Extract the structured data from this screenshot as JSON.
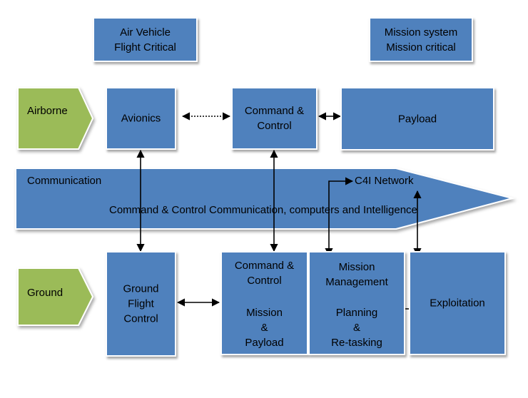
{
  "legend": {
    "air_vehicle": [
      "Air Vehicle",
      "Flight Critical"
    ],
    "mission_system": [
      "Mission system",
      "Mission critical"
    ]
  },
  "rows": {
    "airborne": "Airborne",
    "ground": "Ground"
  },
  "airborne": {
    "avionics": "Avionics",
    "command_control": [
      "Command &",
      "Control"
    ],
    "payload": "Payload"
  },
  "communication": {
    "label": "Communication",
    "c4i": "C4I Network",
    "description": "Command & Control Communication, computers and Intelligence"
  },
  "ground": {
    "flight_control": [
      "Ground",
      "Flight",
      "Control"
    ],
    "command_control": [
      "Command &",
      "Control"
    ],
    "mission_payload": [
      "Mission",
      "&",
      "Payload"
    ],
    "mission_management": [
      "Mission",
      "Management"
    ],
    "planning": [
      "Planning",
      "&",
      "Re-tasking"
    ],
    "exploitation": "Exploitation"
  },
  "colors": {
    "box_blue": "#4f81bd",
    "row_green": "#9bbb59",
    "arrow_blue": "#4f81bd"
  }
}
